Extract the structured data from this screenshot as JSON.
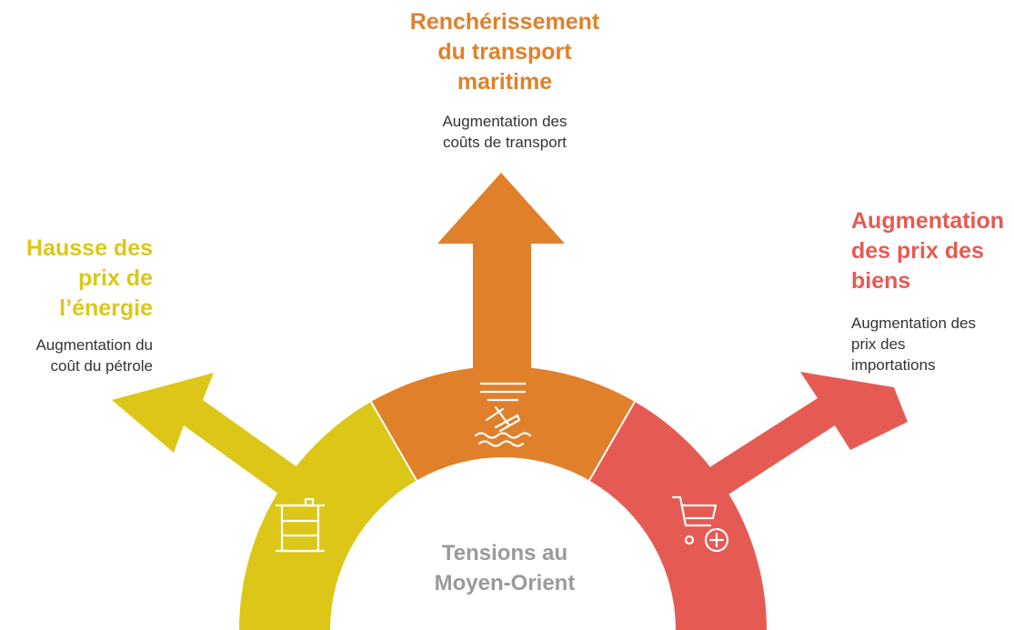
{
  "center": {
    "label": "Tensions au\nMoyen-Orient",
    "color": "#9a9a9a"
  },
  "branches": [
    {
      "id": "energy",
      "title": "Hausse des\nprix de\nl’énergie",
      "description": "Augmentation du\ncoût du pétrole",
      "color": "#dcc718",
      "icon": "oil-barrel-icon"
    },
    {
      "id": "transport",
      "title": "Renchérissement\ndu transport\nmaritime",
      "description": "Augmentation des\ncoûts de transport",
      "color": "#e0802a",
      "icon": "sinking-ship-icon"
    },
    {
      "id": "goods",
      "title": "Augmentation\ndes prix des\nbiens",
      "description": "Augmentation des\nprix des\nimportations",
      "color": "#e55b53",
      "icon": "shopping-cart-add-icon"
    }
  ]
}
